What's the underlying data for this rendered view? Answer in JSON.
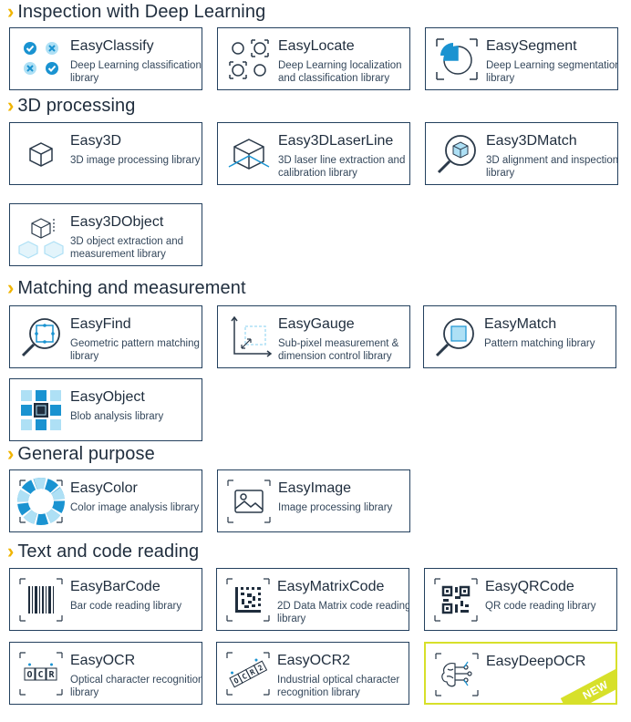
{
  "sections": {
    "deep_learning": "Inspection with Deep Learning",
    "processing_3d": "3D processing",
    "matching": "Matching and measurement",
    "general": "General purpose",
    "text_code": "Text and code reading"
  },
  "cards": {
    "easyclassify": {
      "name": "EasyClassify",
      "desc": "Deep Learning classification library"
    },
    "easylocate": {
      "name": "EasyLocate",
      "desc": "Deep Learning localization and classification library"
    },
    "easysegment": {
      "name": "EasySegment",
      "desc": "Deep Learning segmentation library"
    },
    "easy3d": {
      "name": "Easy3D",
      "desc": "3D image processing library"
    },
    "easy3dlaserline": {
      "name": "Easy3DLaserLine",
      "desc": "3D laser line extraction and calibration library"
    },
    "easy3dmatch": {
      "name": "Easy3DMatch",
      "desc": "3D alignment and inspection library"
    },
    "easy3dobject": {
      "name": "Easy3DObject",
      "desc": "3D object extraction and measurement library"
    },
    "easyfind": {
      "name": "EasyFind",
      "desc": "Geometric pattern matching library"
    },
    "easygauge": {
      "name": "EasyGauge",
      "desc": "Sub-pixel measurement & dimension control library"
    },
    "easymatch": {
      "name": "EasyMatch",
      "desc": "Pattern matching library"
    },
    "easyobject": {
      "name": "EasyObject",
      "desc": "Blob analysis library"
    },
    "easycolor": {
      "name": "EasyColor",
      "desc": "Color image analysis library"
    },
    "easyimage": {
      "name": "EasyImage",
      "desc": "Image processing library"
    },
    "easybarcode": {
      "name": "EasyBarCode",
      "desc": "Bar code reading library"
    },
    "easymatrixcode": {
      "name": "EasyMatrixCode",
      "desc": "2D Data Matrix code reading library"
    },
    "easyqrcode": {
      "name": "EasyQRCode",
      "desc": "QR code reading library"
    },
    "easyocr": {
      "name": "EasyOCR",
      "desc": "Optical character recognition library"
    },
    "easyocr2": {
      "name": "EasyOCR2",
      "desc": "Industrial optical character recognition library"
    },
    "easydeepocr": {
      "name": "EasyDeepOCR",
      "desc": "",
      "badge": "NEW"
    }
  },
  "icon_text": {
    "ocr_letters": [
      "O",
      "C",
      "R"
    ],
    "ocr2_letters": [
      "O",
      "C",
      "R",
      "2"
    ]
  },
  "colors": {
    "accent_yellow": "#f0b400",
    "card_border": "#23405e",
    "new_badge": "#d7e02a",
    "icon_blue": "#1a93d1",
    "light_blue": "#aee0f5"
  }
}
